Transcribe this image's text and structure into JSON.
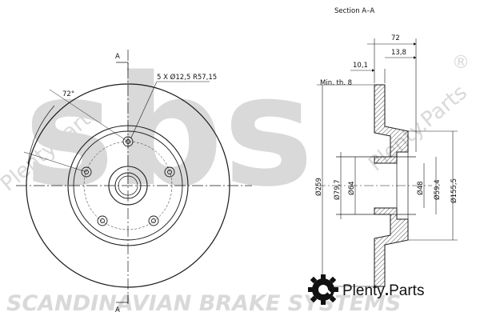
{
  "watermark": {
    "logo_text": "sbs",
    "registered_mark": "®",
    "footer_text": "SCANDINAVIAN BRAKE SYSTEMS",
    "diagonal_left": "Plenty.Parts",
    "diagonal_right": "Plenty.Parts"
  },
  "front_view": {
    "section_marker_top": "A",
    "section_marker_bottom": "A",
    "angle_label": "72°",
    "bolt_label": "5 X Ø12,5 R57,15"
  },
  "section_view": {
    "title": "Section A–A",
    "min_thickness": "Min. th. 8",
    "dim_overall_width": "72",
    "dim_hat_width": "13,8",
    "dim_disc_thickness": "10,1",
    "dim_outer_diameter": "Ø259",
    "dim_hat_diameter": "Ø79,7",
    "dim_bore_diameter": "Ø64",
    "dim_center_bore": "Ø48",
    "dim_inner_step": "Ø59,4",
    "dim_hub_diameter": "Ø155,5"
  },
  "branding": {
    "name_left": "Plenty",
    "name_dot": ".",
    "name_right": "Parts"
  },
  "colors": {
    "line": "#1a1a1a",
    "watermark": "#d9d9d9",
    "brand": "#111111"
  }
}
